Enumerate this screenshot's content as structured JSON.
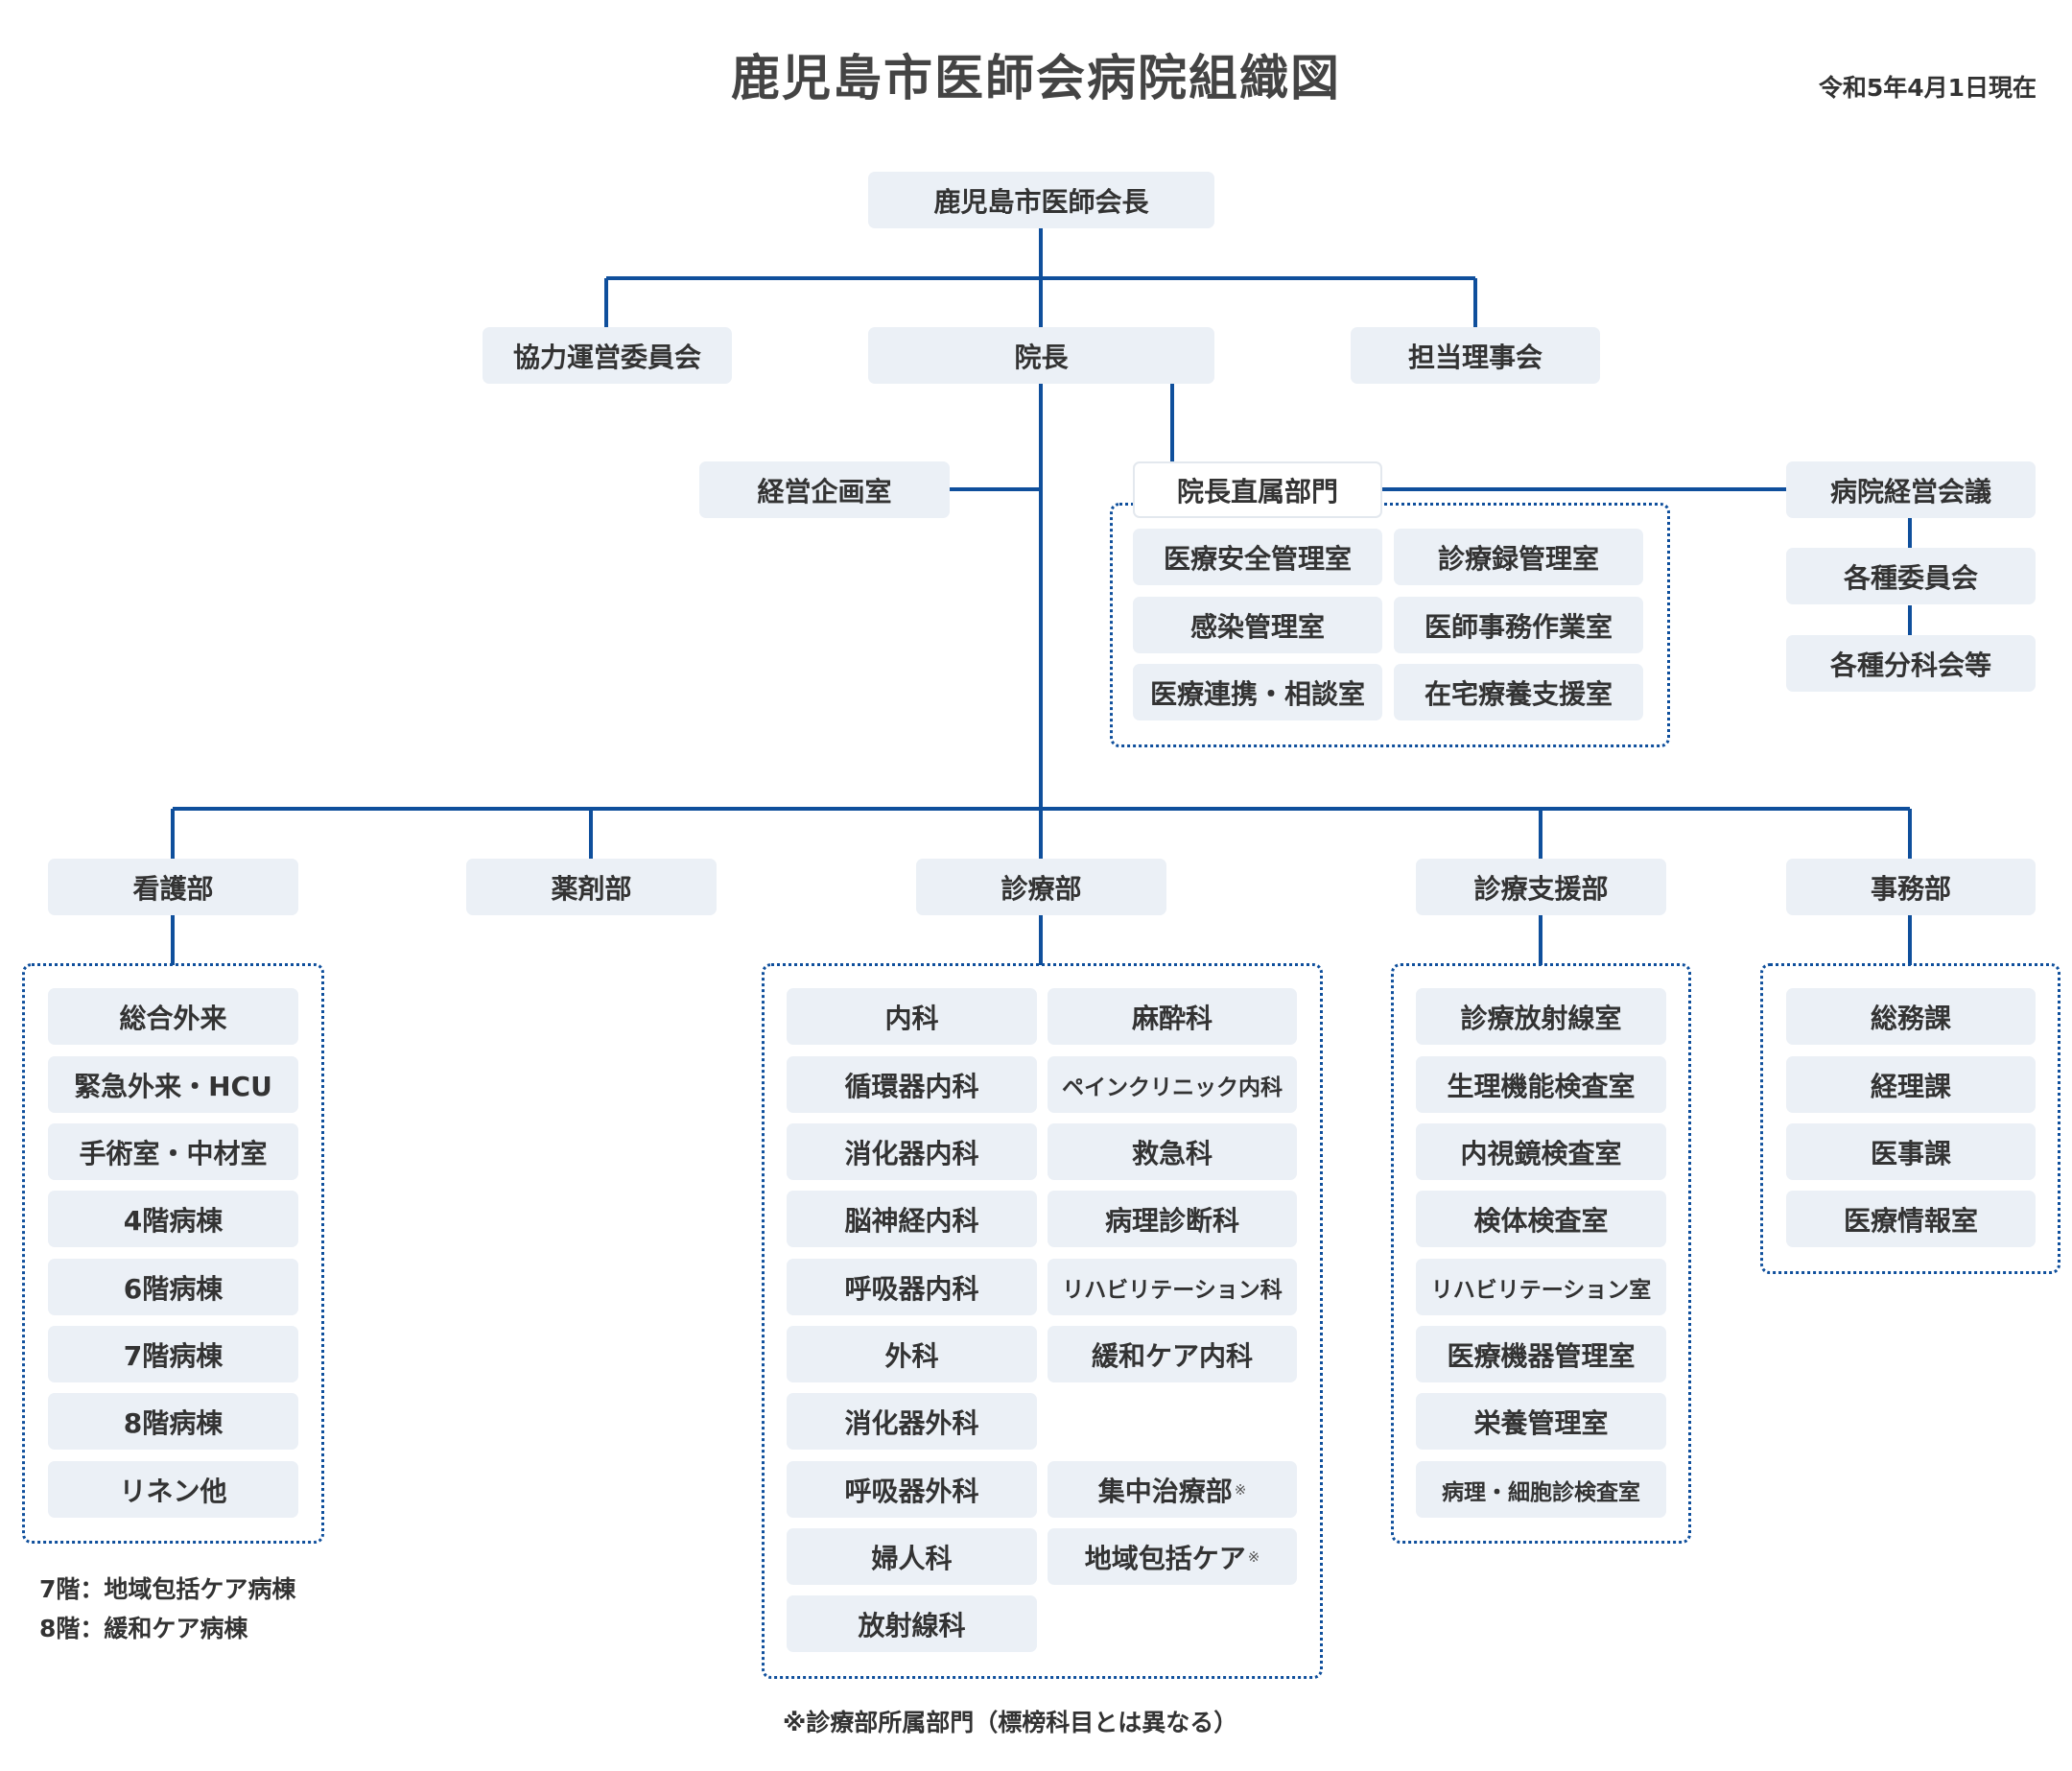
{
  "title": "鹿児島市医師会病院組織図",
  "date": "令和5年4月1日現在",
  "top": {
    "chairman": "鹿児島市医師会長",
    "committee": "協力運営委員会",
    "director": "院長",
    "board": "担当理事会"
  },
  "planning_office": "経営企画室",
  "direct": {
    "title": "院長直属部門",
    "items": [
      "医療安全管理室",
      "診療録管理室",
      "感染管理室",
      "医師事務作業室",
      "医療連携・相談室",
      "在宅療養支援室"
    ]
  },
  "management": {
    "meeting": "病院経営会議",
    "committees": "各種委員会",
    "subcommittees": "各種分科会等"
  },
  "departments": {
    "nursing": {
      "label": "看護部",
      "items": [
        "総合外来",
        "緊急外来・HCU",
        "手術室・中材室",
        "4階病棟",
        "6階病棟",
        "7階病棟",
        "8階病棟",
        "リネン他"
      ]
    },
    "pharmacy": {
      "label": "薬剤部"
    },
    "medical": {
      "label": "診療部",
      "left": [
        "内科",
        "循環器内科",
        "消化器内科",
        "脳神経内科",
        "呼吸器内科",
        "外科",
        "消化器外科",
        "呼吸器外科",
        "婦人科",
        "放射線科"
      ],
      "right": [
        "麻酔科",
        "ペインクリニック内科",
        "救急科",
        "病理診断科",
        "リハビリテーション科",
        "緩和ケア内科",
        "集中治療部",
        "地域包括ケア"
      ],
      "note_mark": "※"
    },
    "support": {
      "label": "診療支援部",
      "items": [
        "診療放射線室",
        "生理機能検査室",
        "内視鏡検査室",
        "検体検査室",
        "リハビリテーション室",
        "医療機器管理室",
        "栄養管理室",
        "病理・細胞診検査室"
      ]
    },
    "admin": {
      "label": "事務部",
      "items": [
        "総務課",
        "経理課",
        "医事課",
        "医療情報室"
      ]
    }
  },
  "notes": {
    "floor7": "7階：地域包括ケア病棟",
    "floor8": "8階：緩和ケア病棟",
    "medical": "※診療部所属部門（標榜科目とは異なる）"
  },
  "colors": {
    "line": "#0f4f9c",
    "box": "#ebf0f6",
    "text": "#333333"
  }
}
